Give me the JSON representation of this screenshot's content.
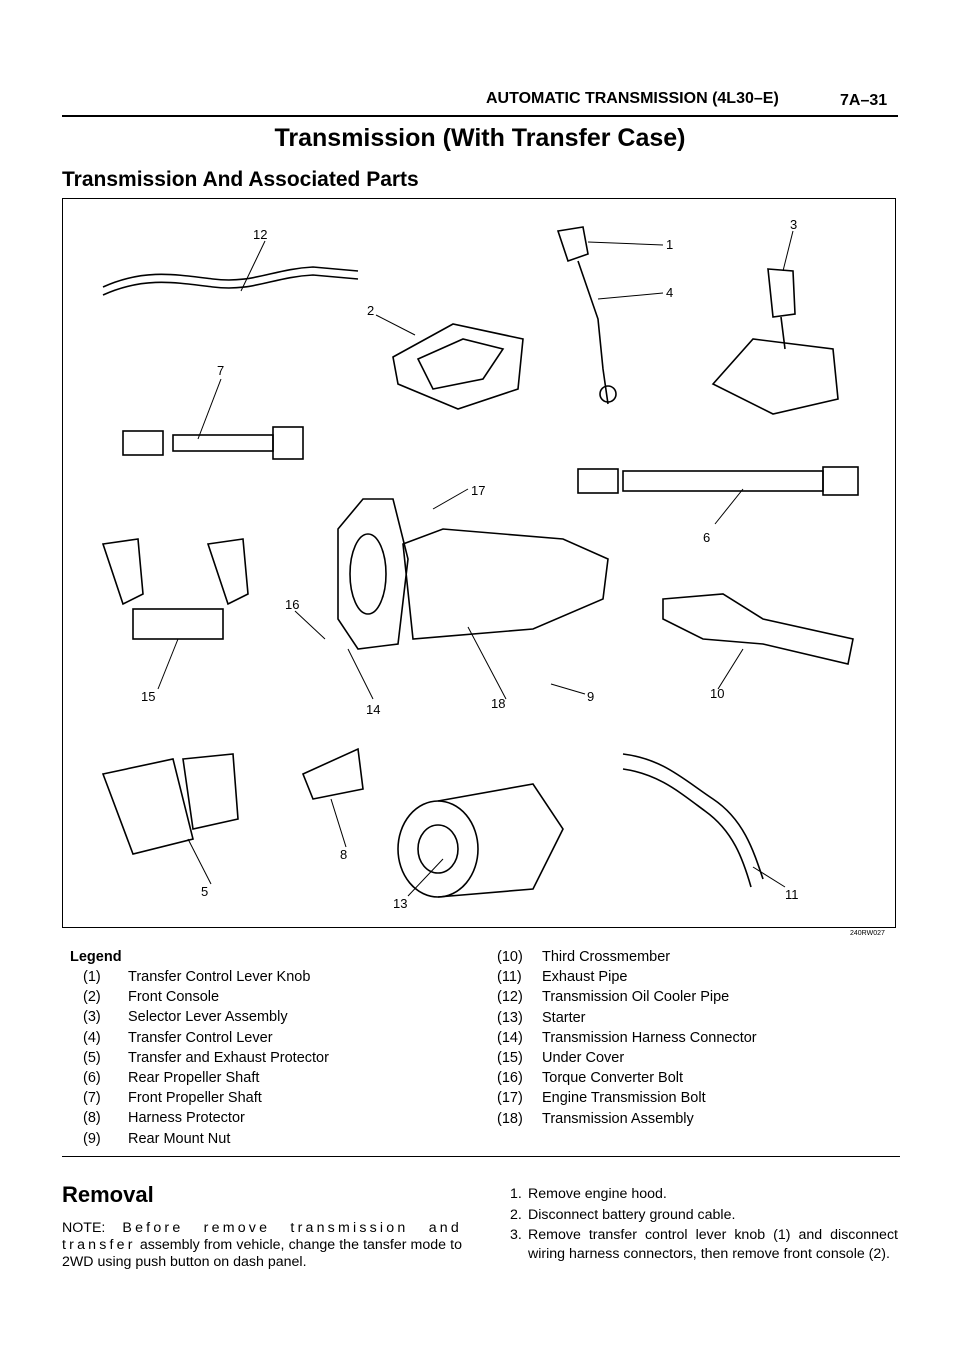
{
  "header": {
    "section_title": "AUTOMATIC TRANSMISSION (4L30–E)",
    "page_number": "7A–31"
  },
  "title": "Transmission (With Transfer Case)",
  "subtitle": "Transmission And Associated Parts",
  "figure": {
    "code": "240RW027",
    "callouts": [
      "1",
      "2",
      "3",
      "4",
      "5",
      "6",
      "7",
      "8",
      "9",
      "10",
      "11",
      "12",
      "13",
      "14",
      "15",
      "16",
      "17",
      "18"
    ]
  },
  "legend": {
    "heading": "Legend",
    "items": [
      {
        "num": "(1)",
        "label": "Transfer Control Lever Knob"
      },
      {
        "num": "(2)",
        "label": "Front Console"
      },
      {
        "num": "(3)",
        "label": "Selector Lever Assembly"
      },
      {
        "num": "(4)",
        "label": "Transfer Control Lever"
      },
      {
        "num": "(5)",
        "label": "Transfer and Exhaust Protector"
      },
      {
        "num": "(6)",
        "label": "Rear Propeller Shaft"
      },
      {
        "num": "(7)",
        "label": "Front Propeller Shaft"
      },
      {
        "num": "(8)",
        "label": "Harness Protector"
      },
      {
        "num": "(9)",
        "label": "Rear Mount Nut"
      },
      {
        "num": "(10)",
        "label": "Third Crossmember"
      },
      {
        "num": "(11)",
        "label": "Exhaust Pipe"
      },
      {
        "num": "(12)",
        "label": "Transmission Oil Cooler Pipe"
      },
      {
        "num": "(13)",
        "label": "Starter"
      },
      {
        "num": "(14)",
        "label": "Transmission Harness Connector"
      },
      {
        "num": "(15)",
        "label": "Under Cover"
      },
      {
        "num": "(16)",
        "label": "Torque Converter Bolt"
      },
      {
        "num": "(17)",
        "label": "Engine Transmission Bolt"
      },
      {
        "num": "(18)",
        "label": "Transmission Assembly"
      }
    ]
  },
  "removal": {
    "heading": "Removal",
    "note_label": "NOTE:",
    "note_lead": "Before remove transmission and transfer",
    "note_rest": "assembly from vehicle, change the tansfer mode to 2WD using push button on dash panel.",
    "steps": [
      {
        "n": "1.",
        "text": "Remove engine hood."
      },
      {
        "n": "2.",
        "text": "Disconnect battery ground cable."
      },
      {
        "n": "3.",
        "text": "Remove transfer control lever knob (1) and disconnect wiring harness connectors, then remove front console (2)."
      }
    ]
  }
}
